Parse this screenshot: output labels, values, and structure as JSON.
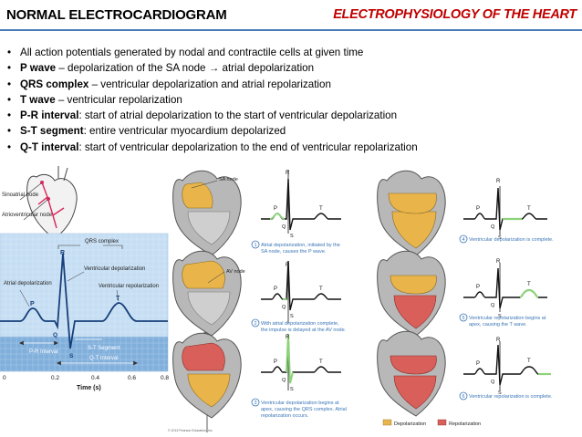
{
  "header": {
    "left_title": "NORMAL ELECTROCARDIOGRAM",
    "right_title": "ELECTROPHYSIOLOGY OF THE HEART"
  },
  "bullets": [
    {
      "bold": "",
      "text": "All action potentials generated by nodal and contractile cells at given time"
    },
    {
      "bold": "P wave",
      "text": " – depolarization of the SA node → atrial depolarization"
    },
    {
      "bold": "QRS complex",
      "text": " – ventricular depolarization and atrial repolarization"
    },
    {
      "bold": "T wave",
      "text": " – ventricular repolarization"
    },
    {
      "bold": "P-R interval",
      "text": ": start of atrial depolarization to the start of ventricular depolarization"
    },
    {
      "bold": "S-T segment",
      "text": ": entire ventricular myocardium depolarized"
    },
    {
      "bold": "Q-T interval",
      "text": ": start of ventricular depolarization to the end of ventricular repolarization"
    }
  ],
  "ecg_figure": {
    "sa_label": "Sinoatrial node",
    "av_label": "Atrioventricular node",
    "qrs_complex": "QRS complex",
    "atrial_dep": "Atrial depolarization",
    "ventricular_dep": "Ventricular depolarization",
    "ventricular_rep": "Ventricular repolarization",
    "p": "P",
    "q": "Q",
    "r": "R",
    "s": "S",
    "t": "T",
    "pr_interval": "P-R Interval",
    "st_segment": "S-T Segment",
    "qt_interval": "Q-T Interval",
    "x_ticks": [
      "0",
      "0.2",
      "0.4",
      "0.6",
      "0.8"
    ],
    "x_label": "Time (s)"
  },
  "steps": {
    "sa_node": "SA node",
    "av_node": "AV node",
    "step1": {
      "num": "1",
      "line1": "Atrial depolarization, initiated by the",
      "line2": "SA node, causes the P wave."
    },
    "step2": {
      "num": "2",
      "line1": "With atrial depolarization complete,",
      "line2": "the impulse is delayed at the AV node."
    },
    "step3": {
      "num": "3",
      "line1": "Ventricular depolarization begins at",
      "line2": "apex, causing the QRS complex. Atrial",
      "line3": "repolarization occurs."
    },
    "step4": {
      "num": "4",
      "line1": "Ventricular depolarization is complete."
    },
    "step5": {
      "num": "5",
      "line1": "Ventricular repolarization begins at",
      "line2": "apex, causing the T wave."
    },
    "step6": {
      "num": "6",
      "line1": "Ventricular repolarization is complete."
    },
    "legend_dep": "Depolarization",
    "legend_rep": "Repolarization",
    "copyright": "© 2013 Pearson Education, Inc."
  },
  "colors": {
    "header_accent": "#c00000",
    "header_rule": "#4a7ab8",
    "ecg_panel_bg": "#c6def3",
    "depolarization": "#e9b54b",
    "repolarization": "#d9605a",
    "trace_highlight": "#8cd37a"
  }
}
